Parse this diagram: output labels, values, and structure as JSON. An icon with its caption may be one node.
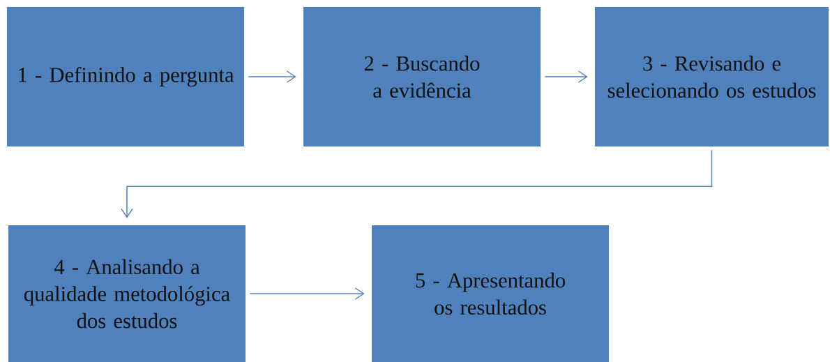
{
  "diagram": {
    "nodes": [
      {
        "text": [
          "1 - Definindo a pergunta"
        ]
      },
      {
        "text": [
          "2 - Buscando a evidência"
        ]
      },
      {
        "text": [
          "3 - Revisando e selecionando os estudos"
        ]
      },
      {
        "text": [
          "4 - Analisando a qualidade metodológica dos estudos"
        ]
      },
      {
        "text": [
          "5 - Apresentando os resultados"
        ]
      }
    ],
    "edges": [
      {
        "from": 0,
        "to": 1,
        "arrow": "to"
      },
      {
        "from": 1,
        "to": 2,
        "arrow": "to"
      },
      {
        "from": 2,
        "to": 3,
        "arrow": "to"
      },
      {
        "from": 3,
        "to": 4,
        "arrow": "to"
      }
    ]
  }
}
